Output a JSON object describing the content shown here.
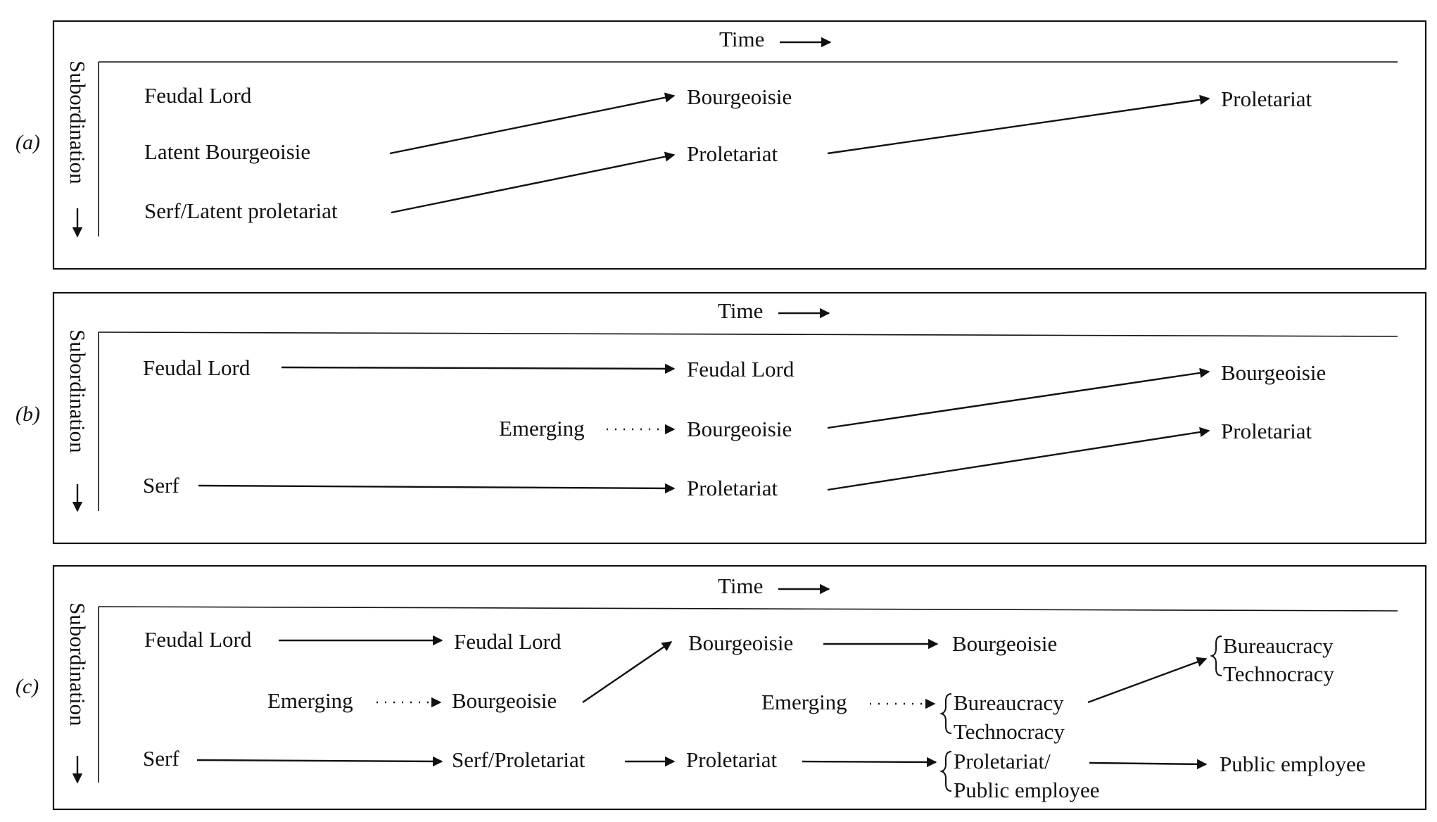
{
  "axes": {
    "time": "Time",
    "subordination": "Subordination"
  },
  "panels": {
    "a": {
      "tag": "(a)",
      "col1": [
        "Feudal Lord",
        "Latent Bourgeoisie",
        "Serf/Latent proletariat"
      ],
      "col2": [
        "Bourgeoisie",
        "Proletariat"
      ],
      "col3": [
        "Proletariat"
      ]
    },
    "b": {
      "tag": "(b)",
      "col1": [
        "Feudal Lord",
        "Serf"
      ],
      "emerging": "Emerging",
      "col2": [
        "Feudal Lord",
        "Bourgeoisie",
        "Proletariat"
      ],
      "col3": [
        "Bourgeoisie",
        "Proletariat"
      ]
    },
    "c": {
      "tag": "(c)",
      "col1": [
        "Feudal Lord",
        "Serf"
      ],
      "emerging1": "Emerging",
      "col2": [
        "Feudal Lord",
        "Bourgeoisie",
        "Serf/Proletariat"
      ],
      "col3": [
        "Bourgeoisie",
        "Proletariat"
      ],
      "col4": [
        "Bourgeoisie"
      ],
      "emerging2": "Emerging",
      "col5_group1": [
        "Bureaucracy",
        "Technocracy"
      ],
      "col5_group2": [
        "Proletariat/",
        "Public employee"
      ],
      "col6_group": [
        "Bureaucracy",
        "Technocracy"
      ],
      "col6_last": "Public employee"
    }
  }
}
